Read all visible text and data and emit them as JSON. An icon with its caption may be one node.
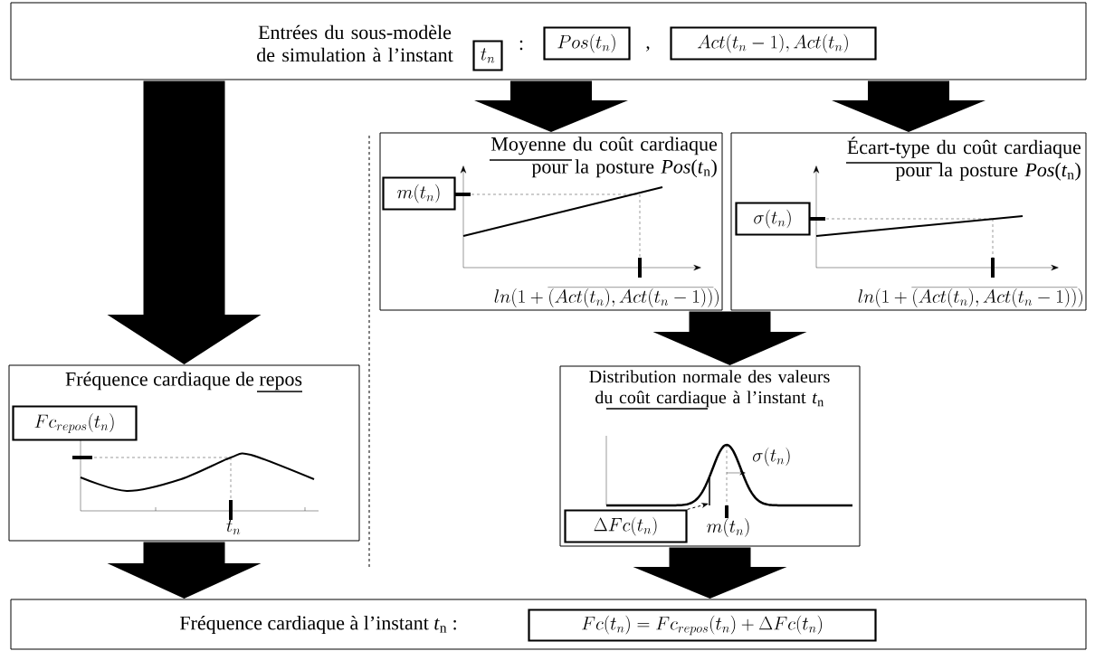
{
  "diagram": {
    "nodes": [
      {
        "text": [
          "Entrées du sous-modèle de simulation à l’instant"
        ]
      },
      {
        "text": [
          "t_n"
        ],
        "in": 0
      },
      {
        "text": [
          "Pos(t_n)"
        ],
        "in": 0
      },
      {
        "text": [
          "Act(t_n-1), Act(t_n)"
        ],
        "in": 0
      },
      {
        "text": [
          "Moyenne du coût cardiaque pour la posture *Pos*(*t*$_{n}$)",
          "ln(1+\\overline{(Act(t_n), Act(t_n-1))})"
        ]
      },
      {
        "text": [
          "m(t_n)"
        ],
        "in": 4
      },
      {
        "text": [
          "Écart-type du coût cardiaque pour la posture *Pos*(*t*$_{n}$)",
          "ln(1+\\overline{(Act(t_n), Act(t_n-1))})"
        ]
      },
      {
        "text": [
          "\\sigma(t_n)"
        ],
        "in": 6
      },
      {
        "text": [
          "Fréquence cardiaque de repos",
          "t_n"
        ]
      },
      {
        "text": [
          "Fc_{repos}(t_n)"
        ],
        "in": 8
      },
      {
        "text": [
          "Distribution normale des valeurs du coût cardiaque à l’instant *t*$_{n}$",
          "\\sigma(t_n)",
          "m(t_n)"
        ]
      },
      {
        "text": [
          "\\Delta Fc(t_n)"
        ],
        "in": 10
      },
      {
        "text": [
          "Fréquence cardiaque à l’instant *t*$_{n}$ :"
        ]
      },
      {
        "text": [
          "Fc(t_n) = Fc_{repos}(t_n) + \\Delta Fc(t_n)"
        ],
        "in": 12
      }
    ],
    "edges": [
      {
        "from": 0,
        "to": 8,
        "arrow": "to"
      },
      {
        "from": 0,
        "to": 4,
        "arrow": "to"
      },
      {
        "from": 0,
        "to": 6,
        "arrow": "to"
      },
      {
        "from": 4,
        "to": 10,
        "arrow": "to"
      },
      {
        "from": 6,
        "to": 10,
        "arrow": "to"
      },
      {
        "from": 8,
        "to": 12,
        "arrow": "to"
      },
      {
        "from": 10,
        "to": 12,
        "arrow": "to"
      },
      {
        "from": 11,
        "to": null,
        "arrow": "to",
        "style": "dashed"
      }
    ],
    "labels": [
      ":",
      ","
    ]
  }
}
